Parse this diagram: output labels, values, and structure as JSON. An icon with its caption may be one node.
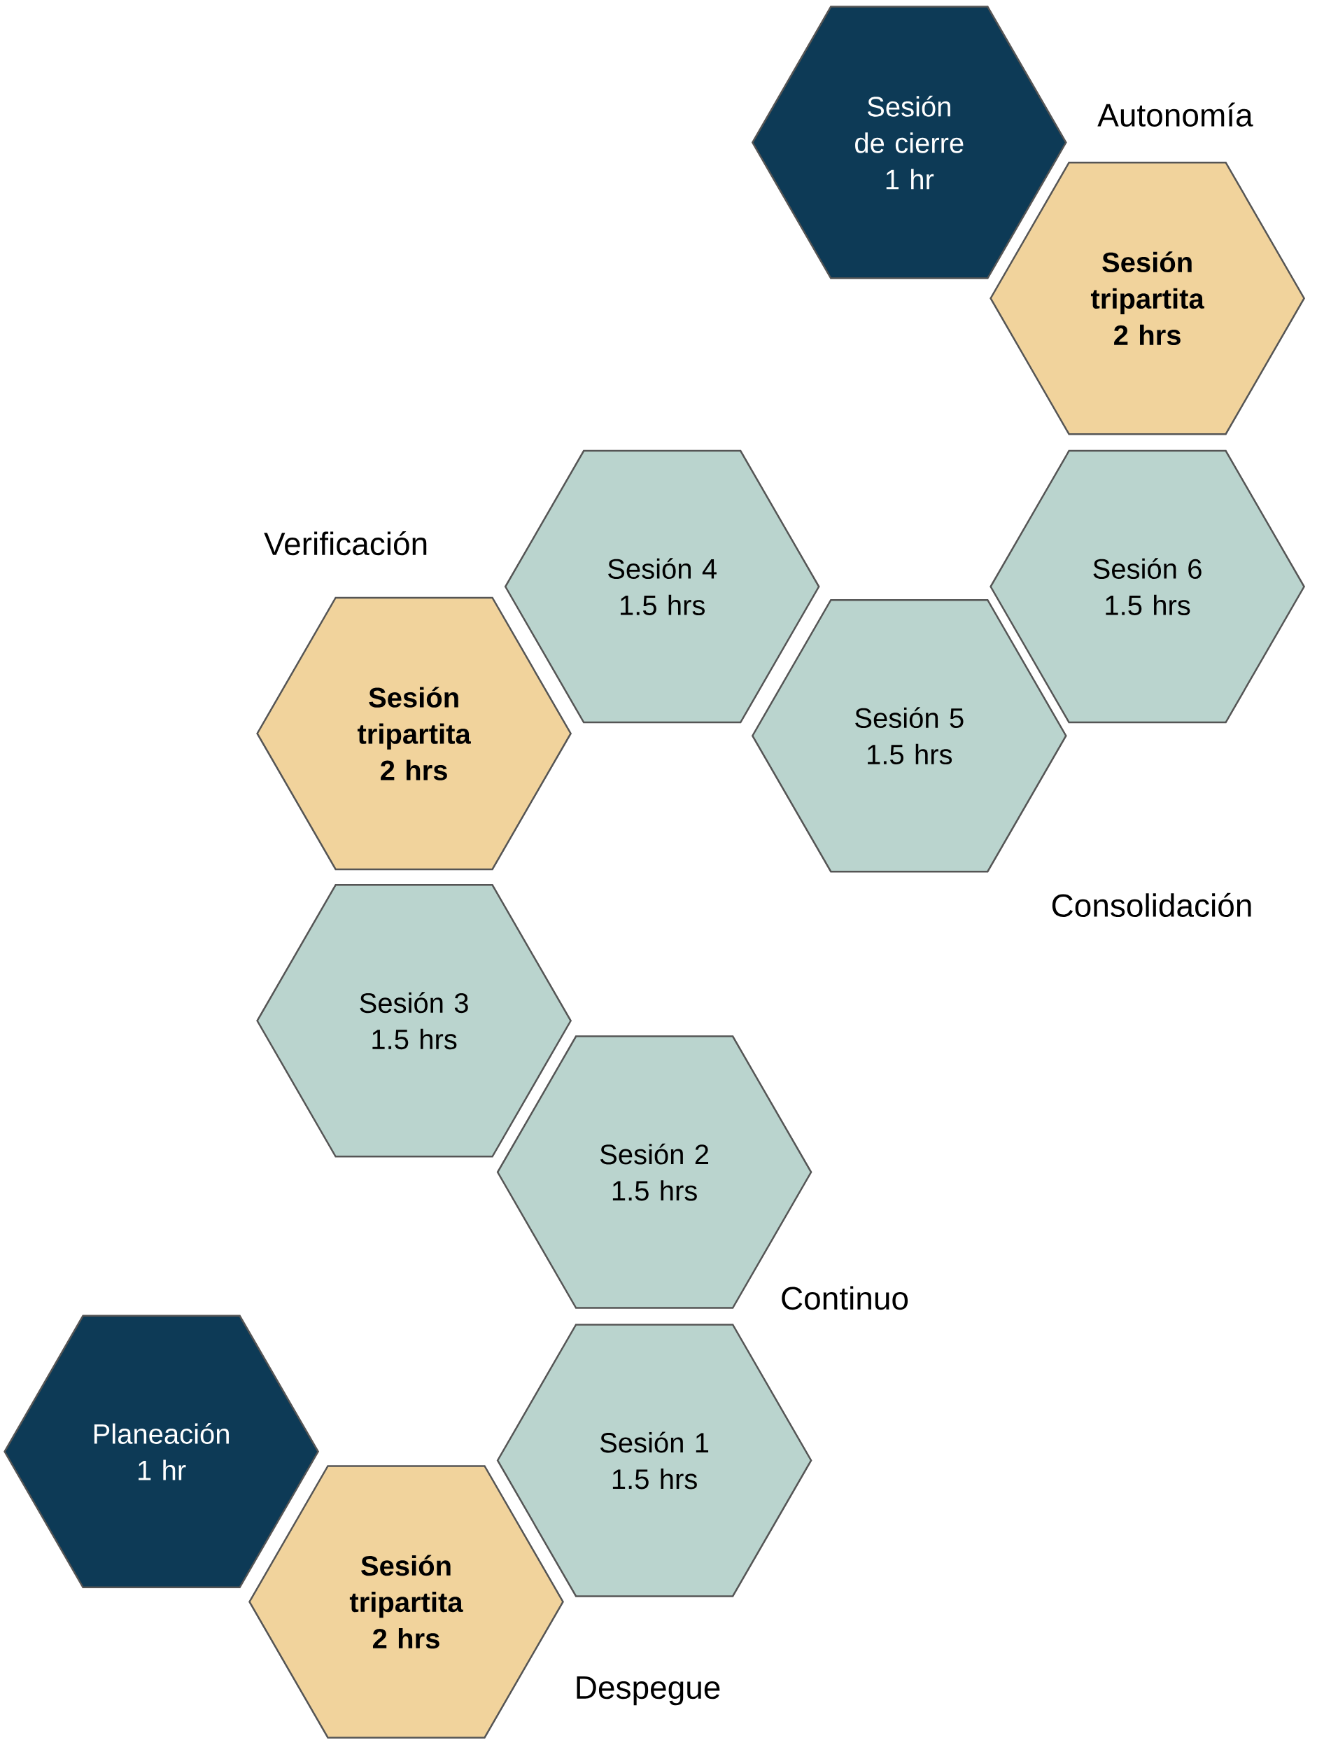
{
  "diagram": {
    "nodes": [
      {
        "text": [
          "Sesión de cierre",
          "1 hr"
        ]
      },
      {
        "text": [
          "Sesión tripartita",
          "2 hrs"
        ]
      },
      {
        "text": [
          "Sesión 4",
          "1.5 hrs"
        ]
      },
      {
        "text": [
          "Sesión 6",
          "1.5 hrs"
        ]
      },
      {
        "text": [
          "Sesión tripartita",
          "2 hrs"
        ]
      },
      {
        "text": [
          "Sesión 5",
          "1.5 hrs"
        ]
      },
      {
        "text": [
          "Sesión 3",
          "1.5 hrs"
        ]
      },
      {
        "text": [
          "Sesión 2",
          "1.5 hrs"
        ]
      },
      {
        "text": [
          "Sesión 1",
          "1.5 hrs"
        ]
      },
      {
        "text": [
          "Planeación",
          "1 hr"
        ]
      },
      {
        "text": [
          "Sesión tripartita",
          "2 hrs"
        ]
      }
    ],
    "labels": [
      "Autonomía",
      "Verificación",
      "Consolidación",
      "Continuo",
      "Despegue"
    ]
  }
}
